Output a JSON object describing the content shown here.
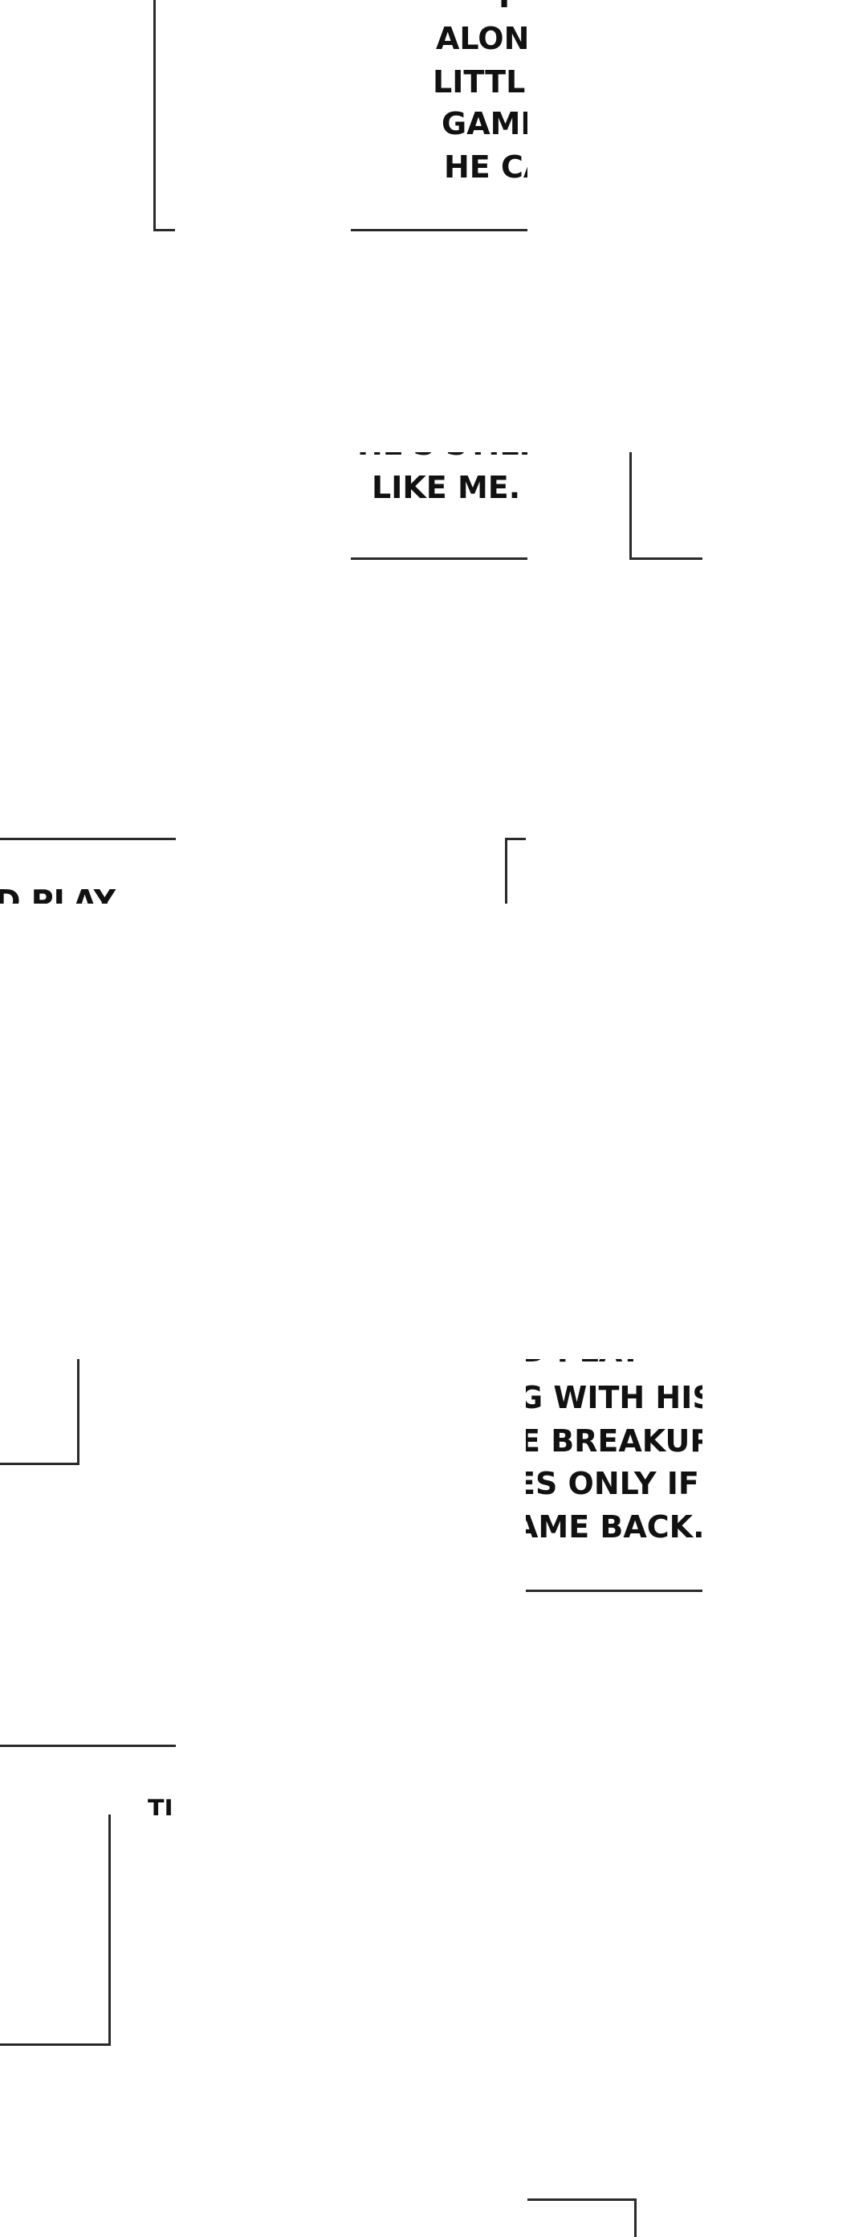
{
  "panels": {
    "bubble_a": {
      "lines": [
        "I",
        "ALON",
        "LITTL",
        "GAME",
        "HE CA"
      ]
    },
    "bubble_b": {
      "partial": "HE'S STILL",
      "lines": [
        "LIKE ME."
      ]
    },
    "bubble_c": {
      "partial": "D PLAY"
    },
    "bubble_d": {
      "partial": "D PLAY",
      "lines": [
        "G WITH HIS",
        "E BREAKUP",
        "ES ONLY IF",
        "AME BACK."
      ]
    },
    "bubble_e": {
      "partial": "TI"
    }
  }
}
